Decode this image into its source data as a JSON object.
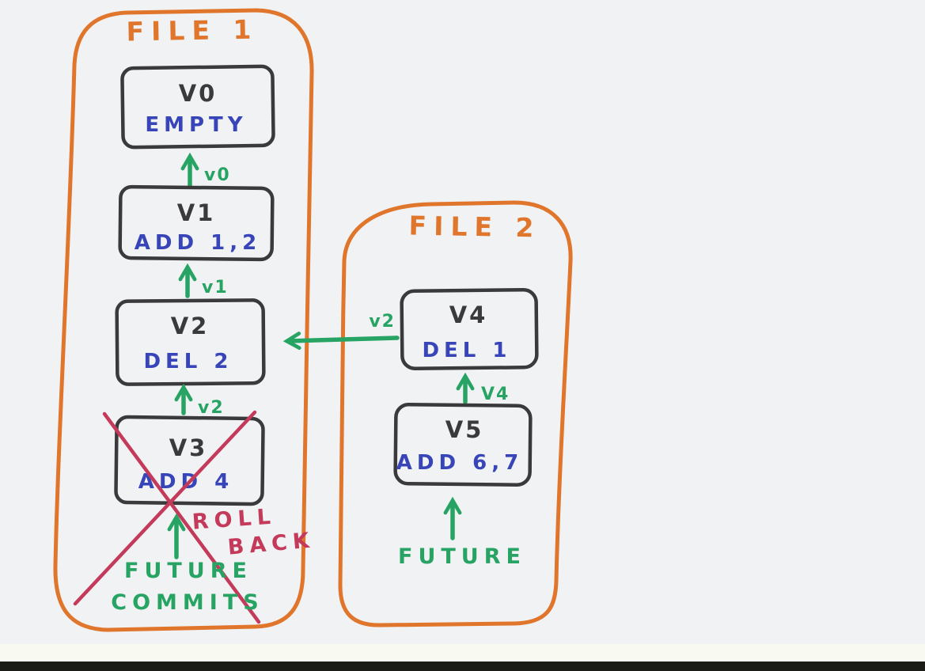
{
  "canvas": {
    "background": "#f1f2f4",
    "scan_band_light": "#f8f9f1",
    "scan_band_dark": "#1b1b18"
  },
  "colors": {
    "container_orange": "#e0752c",
    "arrow_green": "#27a463",
    "action_blue": "#3845b8",
    "rollback_red": "#c43a5a",
    "box_ink": "#3a3a3c"
  },
  "file1": {
    "label": "FILE 1",
    "boxes": [
      {
        "title": "V0",
        "action": "EMPTY"
      },
      {
        "title": "V1",
        "action": "ADD 1,2",
        "arrow_label": "v0"
      },
      {
        "title": "V2",
        "action": "DEL 2",
        "arrow_label": "v1"
      },
      {
        "title": "V3",
        "action": "ADD 4",
        "arrow_label": "v2",
        "crossed_out": true
      }
    ],
    "rollback": {
      "line1": "ROLL",
      "line2": "BACK"
    },
    "future": {
      "line1": "FUTURE",
      "line2": "COMMITS"
    }
  },
  "file2": {
    "label": "FILE 2",
    "boxes": [
      {
        "title": "V4",
        "action": "DEL 1"
      },
      {
        "title": "V5",
        "action": "ADD 6,7",
        "arrow_label": "V4"
      }
    ],
    "merge_arrow_label": "v2",
    "future": {
      "line1": "FUTURE"
    }
  }
}
